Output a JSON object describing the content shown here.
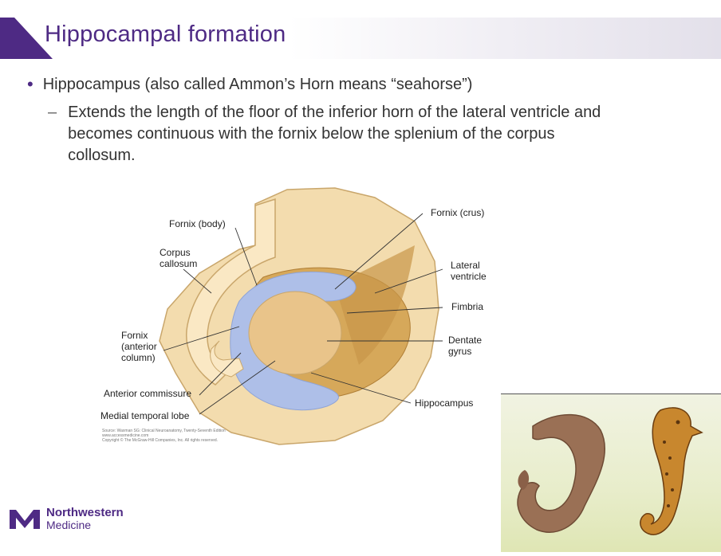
{
  "slide": {
    "title": "Hippocampal formation",
    "bullet": "Hippocampus (also called Ammon’s Horn means “seahorse”)",
    "sub_bullet_dash": "–",
    "sub_bullet": "Extends the length of the floor of the inferior horn of the lateral ventricle and becomes continuous with the fornix below the splenium of the corpus collosum."
  },
  "figure": {
    "labels": {
      "fornix_body": "Fornix (body)",
      "fornix_crus": "Fornix (crus)",
      "corpus_callosum": "Corpus callosum",
      "lateral_ventricle": "Lateral ventricle",
      "fimbria": "Fimbria",
      "fornix_anterior": "Fornix (anterior column)",
      "dentate_gyrus": "Dentate gyrus",
      "anterior_commissure": "Anterior commissure",
      "hippocampus": "Hippocampus",
      "medial_temporal_lobe": "Medial temporal lobe"
    },
    "source_line1": "Source: Waxman SG: Clinical Neuroanatomy, Twenty-Seventh Edition",
    "source_line2": "www.accessmedicine.com",
    "source_line3": "Copyright © The McGraw-Hill Companies, Inc. All rights reserved."
  },
  "logo": {
    "name_line1": "Northwestern",
    "name_line2": "Medicine",
    "mark": "M"
  },
  "colors": {
    "brand_purple": "#4e2a84",
    "tissue": "#f3dcae",
    "hippocampus_blue": "#aebfe8"
  }
}
